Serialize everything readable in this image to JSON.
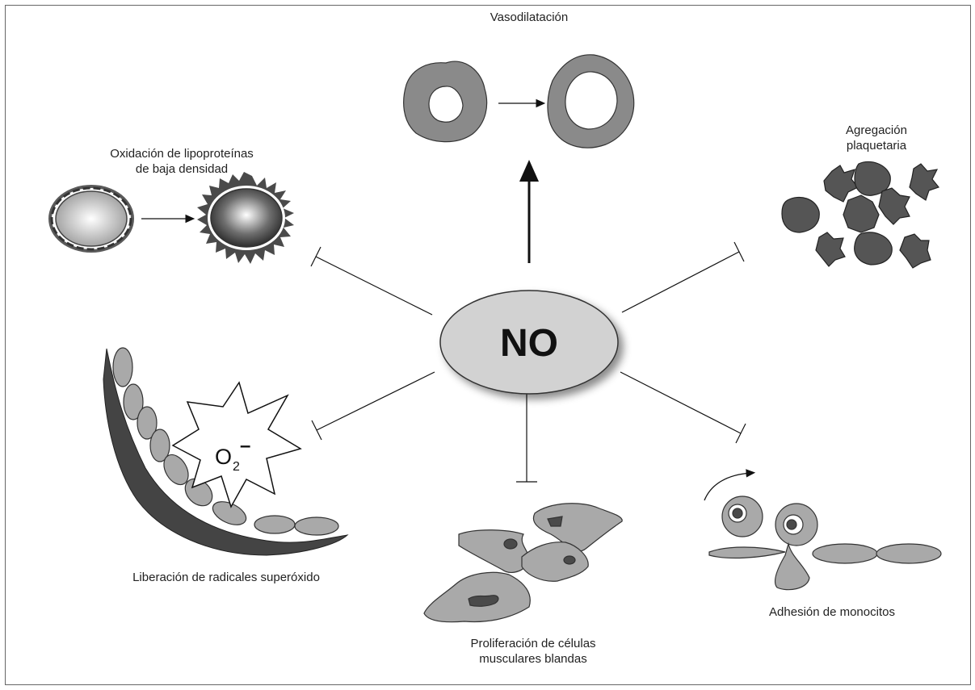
{
  "diagram": {
    "center_label": "NO",
    "radical_label": "O",
    "radical_subscript": "2",
    "radical_charge": "–",
    "effects": [
      {
        "id": "vasodilation",
        "label": "Vasodilatación",
        "relation": "promotes"
      },
      {
        "id": "platelet",
        "label": "Agregación\nplaquetaria",
        "relation": "inhibits"
      },
      {
        "id": "ldl",
        "label": "Oxidación de lipoproteínas\nde baja densidad",
        "relation": "inhibits"
      },
      {
        "id": "superoxide",
        "label": "Liberación de radicales superóxido",
        "relation": "inhibits"
      },
      {
        "id": "smooth-muscle",
        "label": "Proliferación de células\nmusculares blandas",
        "relation": "inhibits"
      },
      {
        "id": "monocyte",
        "label": "Adhesión de monocitos",
        "relation": "inhibits"
      }
    ]
  },
  "colors": {
    "cell_gray": "#8a8a8a",
    "light_gray": "#a9a9a9",
    "dark_gray": "#4a4a4a",
    "center_fill": "#d2d2d2",
    "line": "#111111"
  }
}
